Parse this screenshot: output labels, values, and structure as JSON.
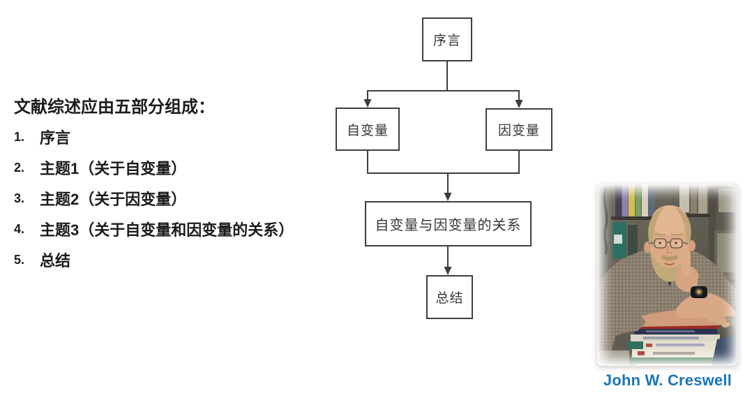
{
  "outline": {
    "title": "文献综述应由五部分组成：",
    "items": [
      {
        "num": "1.",
        "text": "序言"
      },
      {
        "num": "2.",
        "text": "主题1（关于自变量）"
      },
      {
        "num": "3.",
        "text": "主题2（关于因变量）"
      },
      {
        "num": "4.",
        "text": "主题3（关于自变量和因变量的关系）"
      },
      {
        "num": "5.",
        "text": "总结"
      }
    ]
  },
  "flowchart": {
    "type": "flowchart",
    "line_color": "#3d3d3d",
    "box_border_color": "#3e3e3e",
    "nodes": [
      {
        "id": "preface",
        "label": "序言"
      },
      {
        "id": "independent-variable",
        "label": "自变量"
      },
      {
        "id": "dependent-variable",
        "label": "因变量"
      },
      {
        "id": "relationship",
        "label": "自变量与因变量的关系"
      },
      {
        "id": "summary",
        "label": "总结"
      }
    ],
    "edges": [
      {
        "from": "序言",
        "to": "自变量"
      },
      {
        "from": "序言",
        "to": "因变量"
      },
      {
        "from": "自变量",
        "to": "自变量与因变量的关系"
      },
      {
        "from": "因变量",
        "to": "自变量与因变量的关系"
      },
      {
        "from": "自变量与因变量的关系",
        "to": "总结"
      }
    ]
  },
  "photo": {
    "caption": "John W. Creswell",
    "caption_color": "#1b75bc",
    "description": "Photograph of John W. Creswell wearing glasses and a tweed jacket, chin resting on his hand, leaning on a stack of research methods books in front of a bookshelf"
  }
}
